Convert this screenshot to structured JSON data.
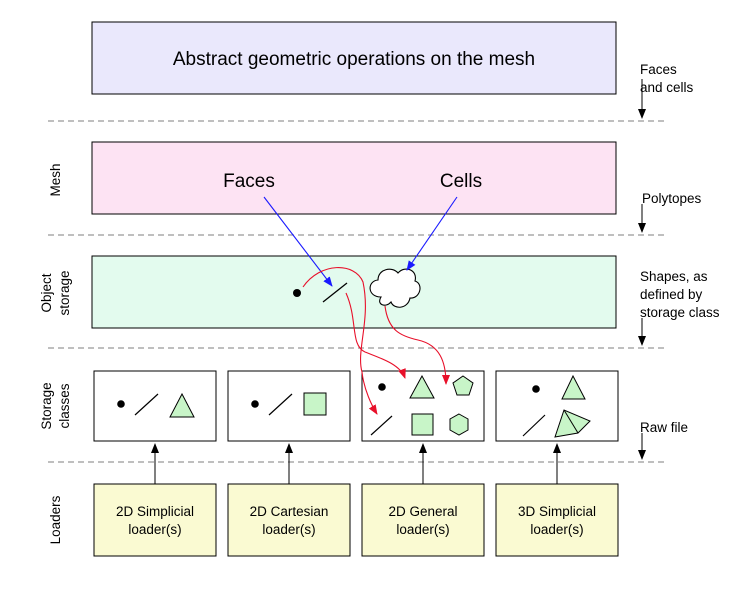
{
  "top_box": {
    "label": "Abstract geometric operations on the mesh",
    "fill": "#eae8fc"
  },
  "layers": {
    "mesh": "Mesh",
    "object_storage_line1": "Object",
    "object_storage_line2": "storage",
    "storage_classes_line1": "Storage",
    "storage_classes_line2": "classes",
    "loaders": "Loaders"
  },
  "mesh_box": {
    "faces": "Faces",
    "cells": "Cells",
    "fill": "#fde3f3"
  },
  "object_storage_box": {
    "fill": "#e3fbee"
  },
  "interfaces": {
    "faces_and_cells_line1": "Faces",
    "faces_and_cells_line2": "and cells",
    "polytopes": "Polytopes",
    "shapes_line1": "Shapes, as",
    "shapes_line2": "defined by",
    "shapes_line3": "storage class",
    "raw_file": "Raw file"
  },
  "loaders": [
    {
      "line1": "2D Simplicial",
      "line2": "loader(s)"
    },
    {
      "line1": "2D Cartesian",
      "line2": "loader(s)"
    },
    {
      "line1": "2D General",
      "line2": "loader(s)"
    },
    {
      "line1": "3D Simplicial",
      "line2": "loader(s)"
    }
  ],
  "colors": {
    "loader_fill": "#fafad2",
    "shape_fill": "#c8f5c8",
    "blue_arrow": "#1a1aff",
    "red_arrow": "#e8102a",
    "dash": "#999999"
  }
}
